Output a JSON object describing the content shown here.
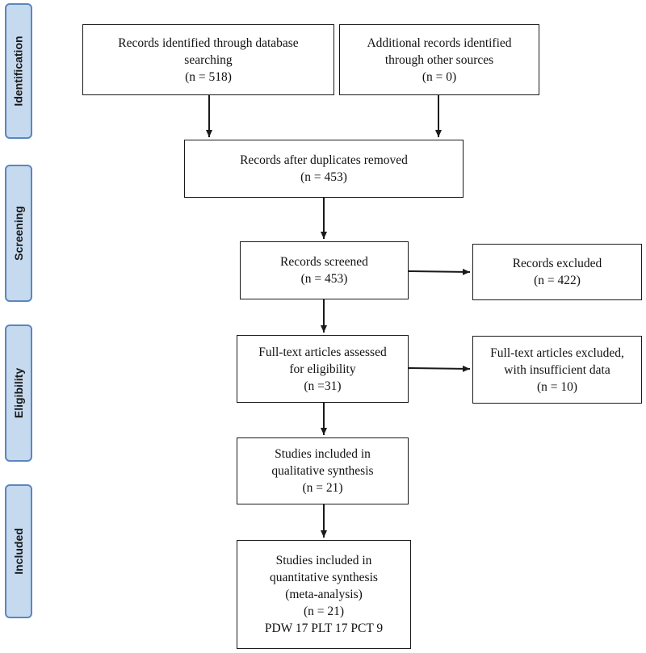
{
  "stages": {
    "identification": "Identification",
    "screening": "Screening",
    "eligibility": "Eligibility",
    "included": "Included"
  },
  "boxes": {
    "database_search": {
      "line1": "Records identified through database",
      "line2": "searching",
      "count": "(n = 518)"
    },
    "other_sources": {
      "line1": "Additional records identified",
      "line2": "through other sources",
      "count": "(n = 0)"
    },
    "duplicates_removed": {
      "line1": "Records after duplicates removed",
      "count": "(n = 453)"
    },
    "screened": {
      "line1": "Records screened",
      "count": "(n = 453)"
    },
    "excluded": {
      "line1": "Records excluded",
      "count": "(n = 422)"
    },
    "full_text_assessed": {
      "line1": "Full-text articles assessed",
      "line2": "for eligibility",
      "count": "(n =31)"
    },
    "full_text_excluded": {
      "line1": "Full-text articles excluded,",
      "line2": "with insufficient data",
      "count": "(n = 10)"
    },
    "qualitative": {
      "line1": "Studies included in",
      "line2": "qualitative synthesis",
      "count": "(n = 21)"
    },
    "quantitative": {
      "line1": "Studies included in",
      "line2": "quantitative synthesis",
      "line3": "(meta-analysis)",
      "count": "(n = 21)",
      "breakdown": "PDW 17 PLT 17 PCT 9"
    }
  }
}
